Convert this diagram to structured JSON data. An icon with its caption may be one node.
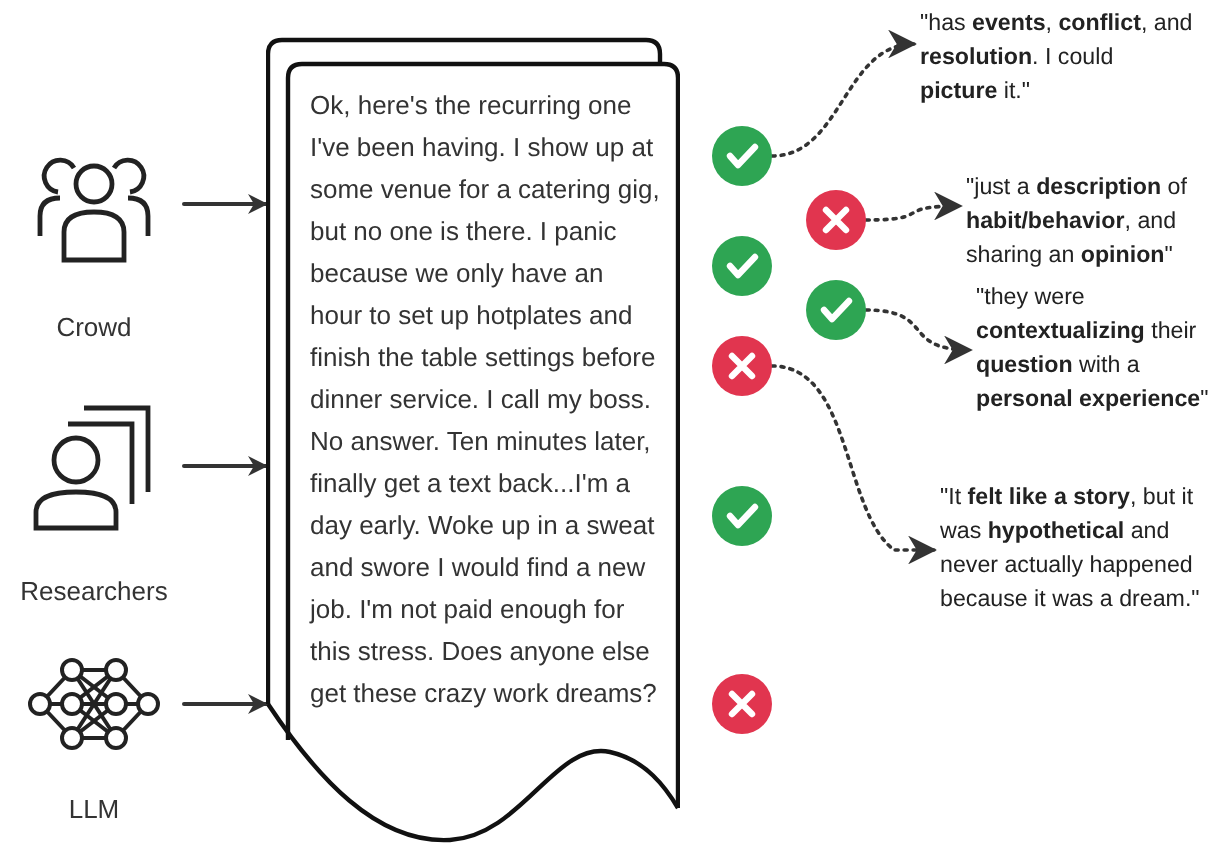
{
  "diagram": {
    "nodes": [
      {
        "text": [
          "Crowd"
        ]
      },
      {
        "text": [
          "Researchers"
        ]
      },
      {
        "text": [
          "LLM"
        ]
      },
      {
        "text": [
          "Ok, here's the recurring one I've been having. I show up at some venue for a catering gig, but no one is there. I panic because we only have an hour to set up hotplates and finish the table settings before dinner service. I call my boss. No answer. Ten minutes later, finally get a text back...I'm a day early. Woke up in a sweat and swore I would find a new job. I'm not paid enough for this stress. Does anyone else get these crazy work dreams?"
        ]
      },
      {
        "text": [],
        "shape": "check"
      },
      {
        "text": [],
        "shape": "cross"
      },
      {
        "text": [],
        "shape": "check"
      },
      {
        "text": [],
        "shape": "check"
      },
      {
        "text": [],
        "shape": "cross"
      },
      {
        "text": [],
        "shape": "check"
      },
      {
        "text": [],
        "shape": "cross"
      },
      {
        "text": [
          "\"has **events**, **conflict**, and **resolution**. I could **picture** it.\""
        ]
      },
      {
        "text": [
          "\"just a **description** of **habit/behavior**, and sharing an **opinion**\""
        ]
      },
      {
        "text": [
          "\"they were **contextualizing** their **question** with a **personal experience**\""
        ]
      },
      {
        "text": [
          "\"It **felt like a story**, but it was **hypothetical** and never actually happened because it was a dream.\""
        ]
      }
    ],
    "edges": [
      {
        "from": 0,
        "to": 3,
        "arrow": "to"
      },
      {
        "from": 1,
        "to": 3,
        "arrow": "to"
      },
      {
        "from": 2,
        "to": 3,
        "arrow": "to"
      },
      {
        "from": 4,
        "to": 11,
        "arrow": "to",
        "style": "dashed"
      },
      {
        "from": 5,
        "to": 12,
        "arrow": "to",
        "style": "dashed"
      },
      {
        "from": 7,
        "to": 13,
        "arrow": "to",
        "style": "dashed"
      },
      {
        "from": 8,
        "to": 14,
        "arrow": "to",
        "style": "dashed"
      }
    ]
  }
}
